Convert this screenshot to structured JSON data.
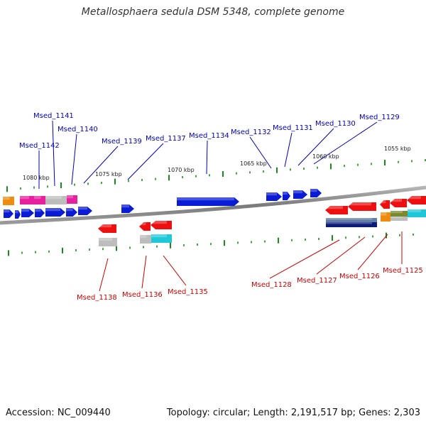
{
  "title": "Metallosphaera sedula DSM 5348, complete genome",
  "footer": {
    "accession": "Accession: NC_009440",
    "summary": "Topology: circular; Length: 2,191,517 bp; Genes: 2,303"
  },
  "colors": {
    "top_label": "#0000bb",
    "bottom_label": "#cc0000",
    "tick": "#1a8a1a",
    "backbone": "#8a8a8a"
  },
  "kbp_labels": [
    "1080 kbp",
    "1075 kbp",
    "1070 kbp",
    "1065 kbp",
    "1060 kbp",
    "1055 kbp"
  ],
  "top_labels": [
    "Msed_1142",
    "Msed_1141",
    "Msed_1140",
    "Msed_1139",
    "Msed_1137",
    "Msed_1134",
    "Msed_1132",
    "Msed_1131",
    "Msed_1130",
    "Msed_1129"
  ],
  "bottom_labels": [
    "Msed_1138",
    "Msed_1136",
    "Msed_1135",
    "Msed_1128",
    "Msed_1127",
    "Msed_1126",
    "Msed_1125"
  ]
}
